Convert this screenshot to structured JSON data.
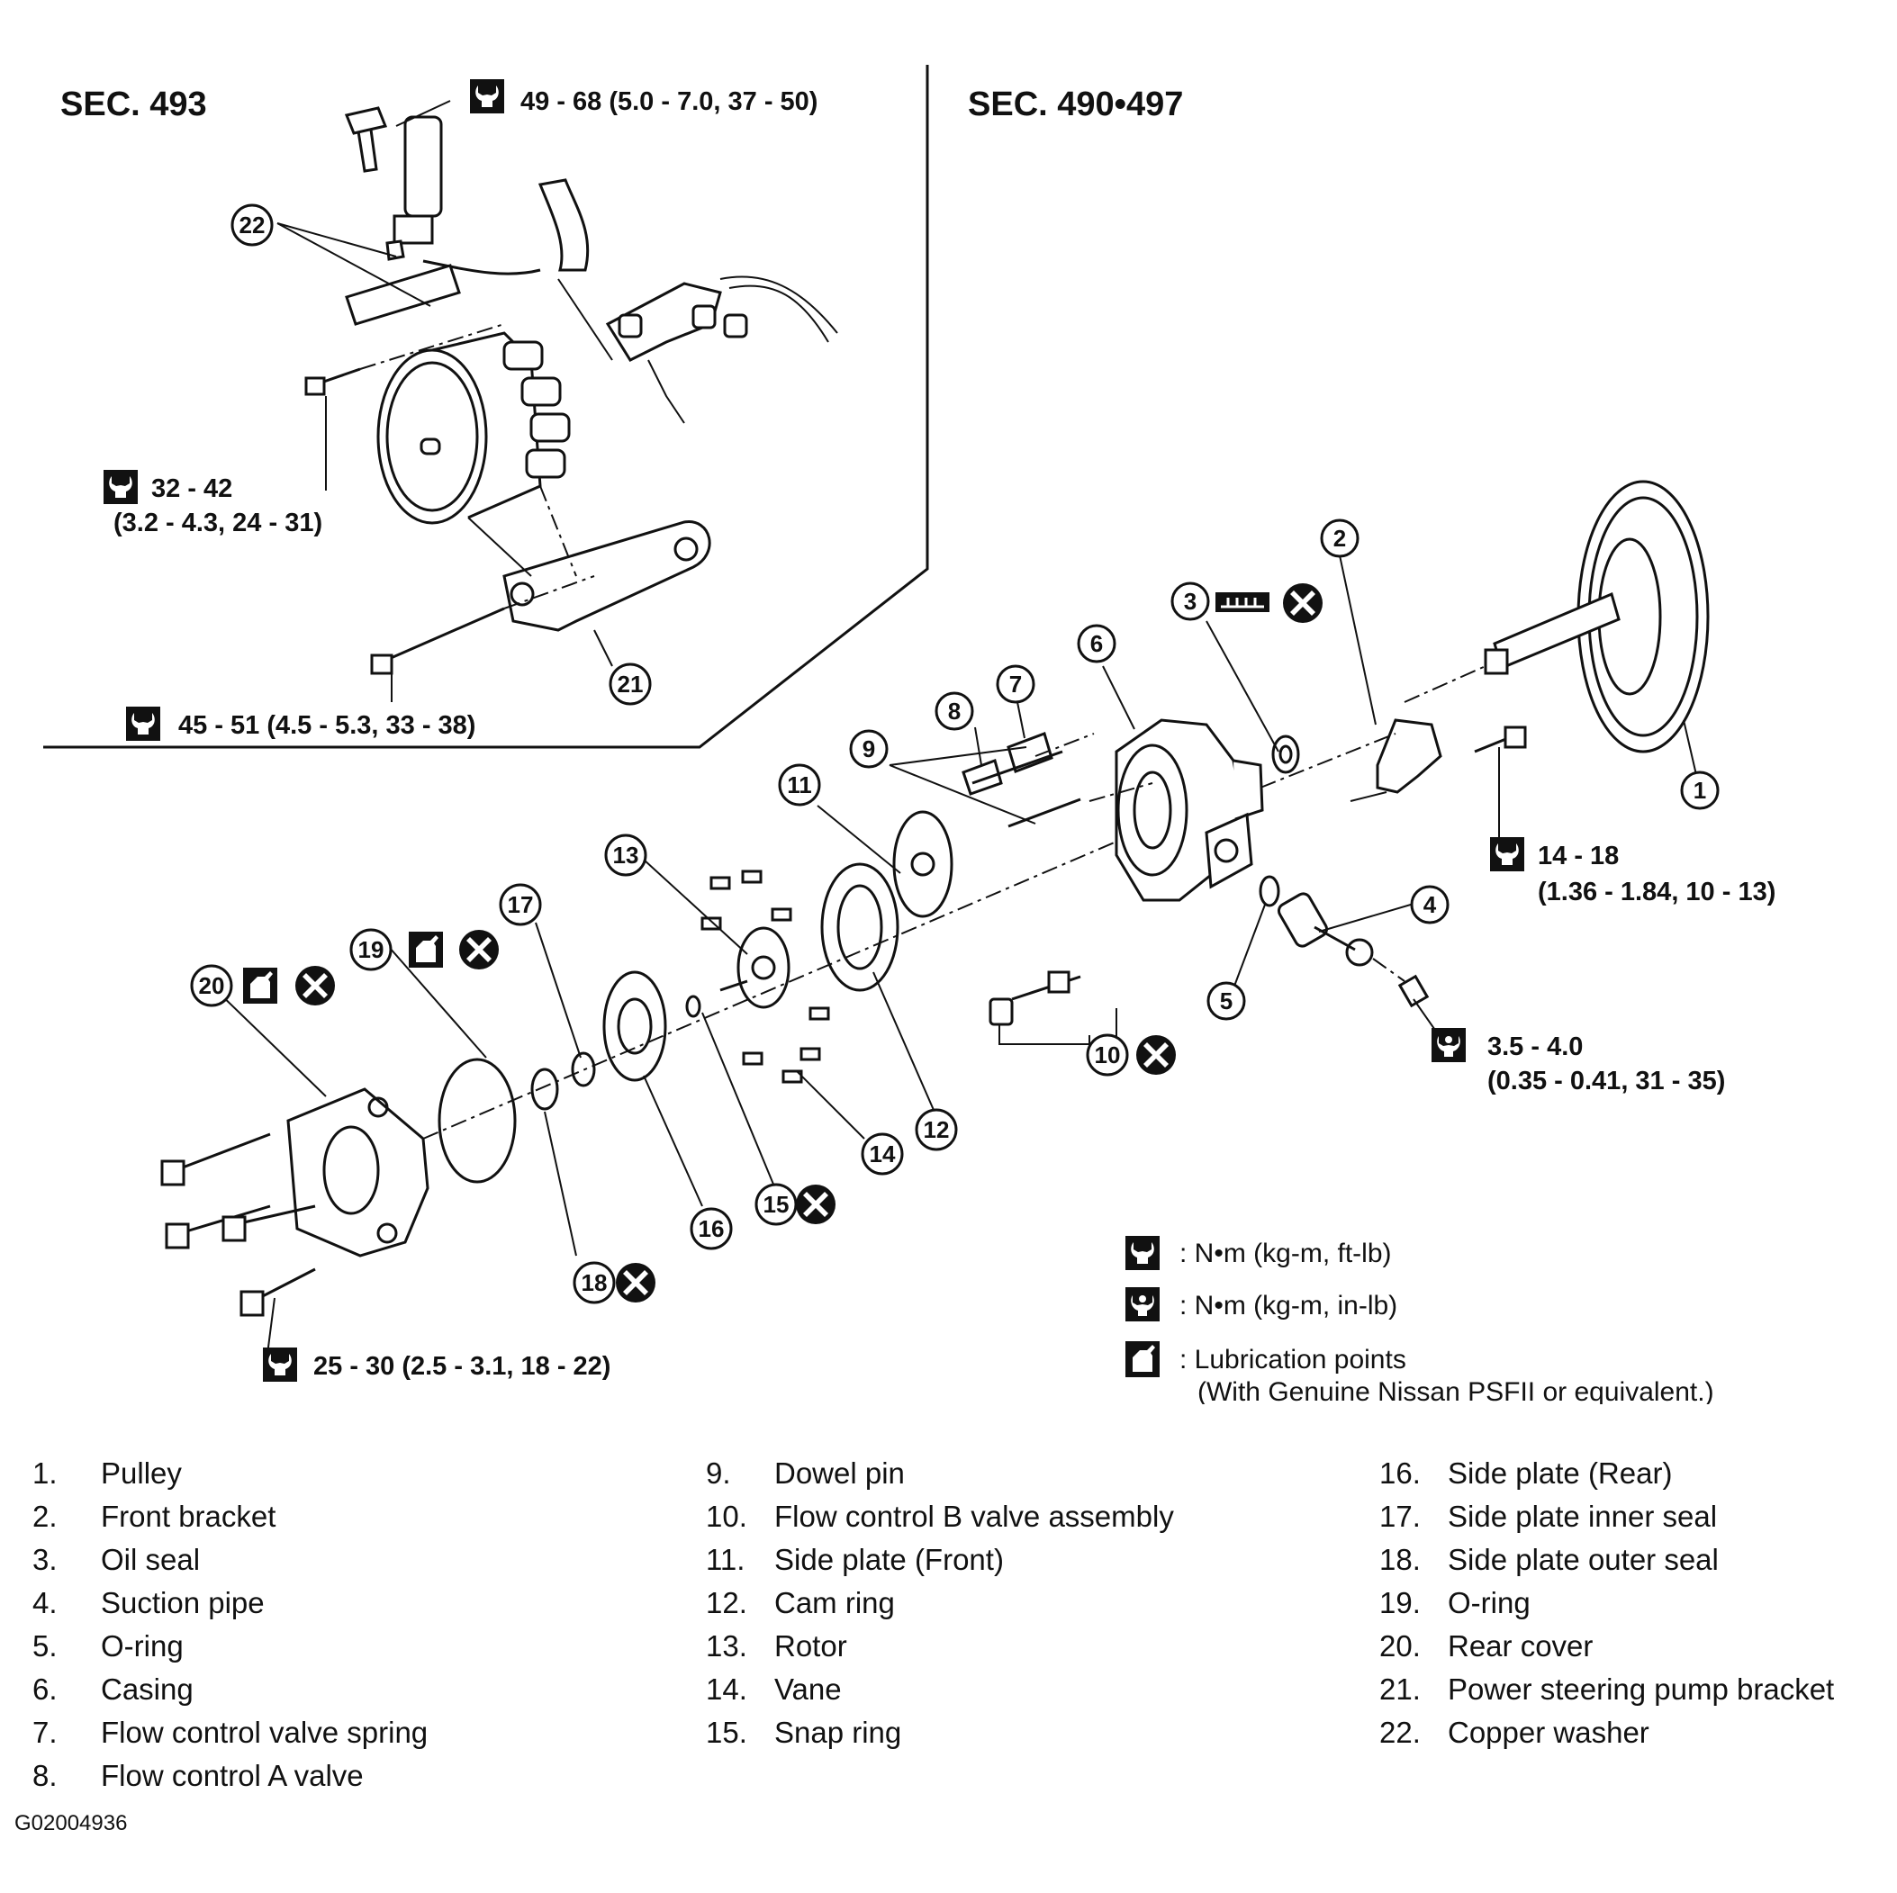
{
  "sections": {
    "left": "SEC. 493",
    "right": "SEC. 490•497"
  },
  "torque_specs": {
    "t49": "49 - 68 (5.0 - 7.0, 37 - 50)",
    "t32_a": "32 - 42",
    "t32_b": "(3.2 - 4.3, 24 - 31)",
    "t45": "45 - 51 (4.5 - 5.3, 33 - 38)",
    "t14_a": "14 - 18",
    "t14_b": "(1.36 - 1.84, 10 - 13)",
    "t35_a": "3.5 - 4.0",
    "t35_b": "(0.35 - 0.41, 31 - 35)",
    "t25": "25 - 30 (2.5 - 3.1, 18 - 22)"
  },
  "callouts": [
    "1",
    "2",
    "3",
    "4",
    "5",
    "6",
    "7",
    "8",
    "9",
    "10",
    "11",
    "12",
    "13",
    "14",
    "15",
    "16",
    "17",
    "18",
    "19",
    "20",
    "21",
    "22"
  ],
  "legend": {
    "torque_ftlb": ": N•m (kg-m, ft-lb)",
    "torque_inlb": ": N•m (kg-m, in-lb)",
    "lube_1": ": Lubrication points",
    "lube_2": "(With Genuine Nissan PSFII or equivalent.)"
  },
  "parts": [
    {
      "num": "1.",
      "name": "Pulley"
    },
    {
      "num": "2.",
      "name": "Front bracket"
    },
    {
      "num": "3.",
      "name": "Oil seal"
    },
    {
      "num": "4.",
      "name": "Suction pipe"
    },
    {
      "num": "5.",
      "name": "O-ring"
    },
    {
      "num": "6.",
      "name": "Casing"
    },
    {
      "num": "7.",
      "name": "Flow control valve spring"
    },
    {
      "num": "8.",
      "name": "Flow control A valve"
    },
    {
      "num": "9.",
      "name": "Dowel pin"
    },
    {
      "num": "10.",
      "name": "Flow control B valve assembly"
    },
    {
      "num": "11.",
      "name": "Side plate (Front)"
    },
    {
      "num": "12.",
      "name": "Cam ring"
    },
    {
      "num": "13.",
      "name": "Rotor"
    },
    {
      "num": "14.",
      "name": "Vane"
    },
    {
      "num": "15.",
      "name": "Snap ring"
    },
    {
      "num": "16.",
      "name": "Side plate (Rear)"
    },
    {
      "num": "17.",
      "name": "Side plate inner seal"
    },
    {
      "num": "18.",
      "name": "Side plate outer seal"
    },
    {
      "num": "19.",
      "name": "O-ring"
    },
    {
      "num": "20.",
      "name": "Rear cover"
    },
    {
      "num": "21.",
      "name": "Power steering pump bracket"
    },
    {
      "num": "22.",
      "name": "Copper washer"
    }
  ],
  "figure_code": "G02004936"
}
